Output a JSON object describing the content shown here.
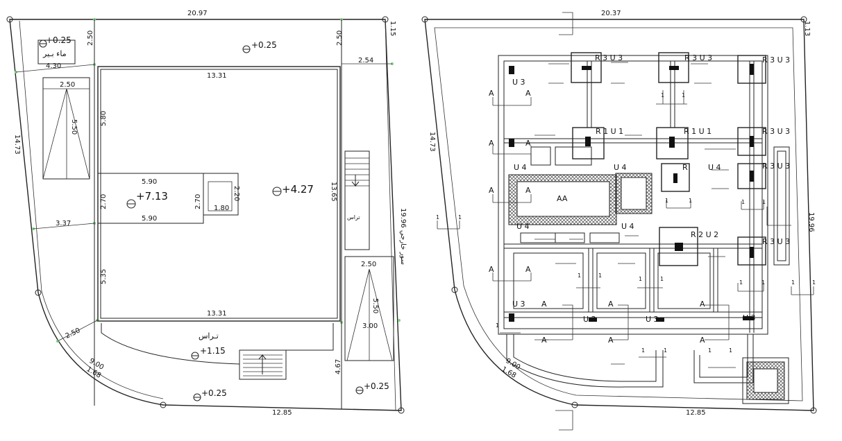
{
  "colors": {
    "line": "#222222",
    "node": "#7bd27b",
    "background": "#ffffff"
  },
  "left_plan": {
    "top_width": "20.97",
    "bottom_width": "12.85",
    "left_side": "14.73",
    "right_side_label": "19.96 سور خارجي",
    "top_right_small": "1.15",
    "arc_dims": [
      "9.00",
      "1.68"
    ],
    "dims": {
      "top_margin_left": "2.50",
      "top_margin_right": "2.50",
      "offset_right": "2.54",
      "tank_width": "4.30",
      "ramp_width": "2.50",
      "ramp_length": "5.50",
      "house_top": "13.31",
      "house_bottom": "13.31",
      "house_left_upper": "5.80",
      "house_left_lower": "5.35",
      "house_right": "13.65",
      "offset_left": "3.37",
      "inner_room_top": "5.90",
      "inner_room_bottom": "5.90",
      "inner_room_left": "2.70",
      "inner_room_right": "2.70",
      "small_room_w": "1.80",
      "small_room_h": "2.20",
      "corner_diag": "2.50",
      "side_ramp_w": "2.50",
      "side_ramp_l": "5.50",
      "side_ramp_base": "3.00",
      "stair_gap": "4.67"
    },
    "levels": {
      "tank": "+0.25",
      "yard_top": "+0.25",
      "house": "+4.27",
      "room": "+7.13",
      "terrace": "+1.15",
      "yard_bottom": "+0.25",
      "corner": "+0.25"
    },
    "labels": {
      "tank": "ماء بـير",
      "terrace": "تـراس",
      "side": "تراس"
    }
  },
  "right_plan": {
    "top_width": "20.37",
    "bottom_width": "12.85",
    "left_side": "14.73",
    "right_side": "19.96",
    "top_right_small": "1.13",
    "arc_dims": [
      "9.00",
      "1.68"
    ],
    "tags": {
      "r3u3": "R 3 U 3",
      "r1u1": "R 1 U 1",
      "r2u2": "R 2 U 2",
      "u3": "U 3",
      "u4": "U 4",
      "r": "R",
      "a": "A",
      "aa": "AA",
      "one": "1"
    }
  }
}
